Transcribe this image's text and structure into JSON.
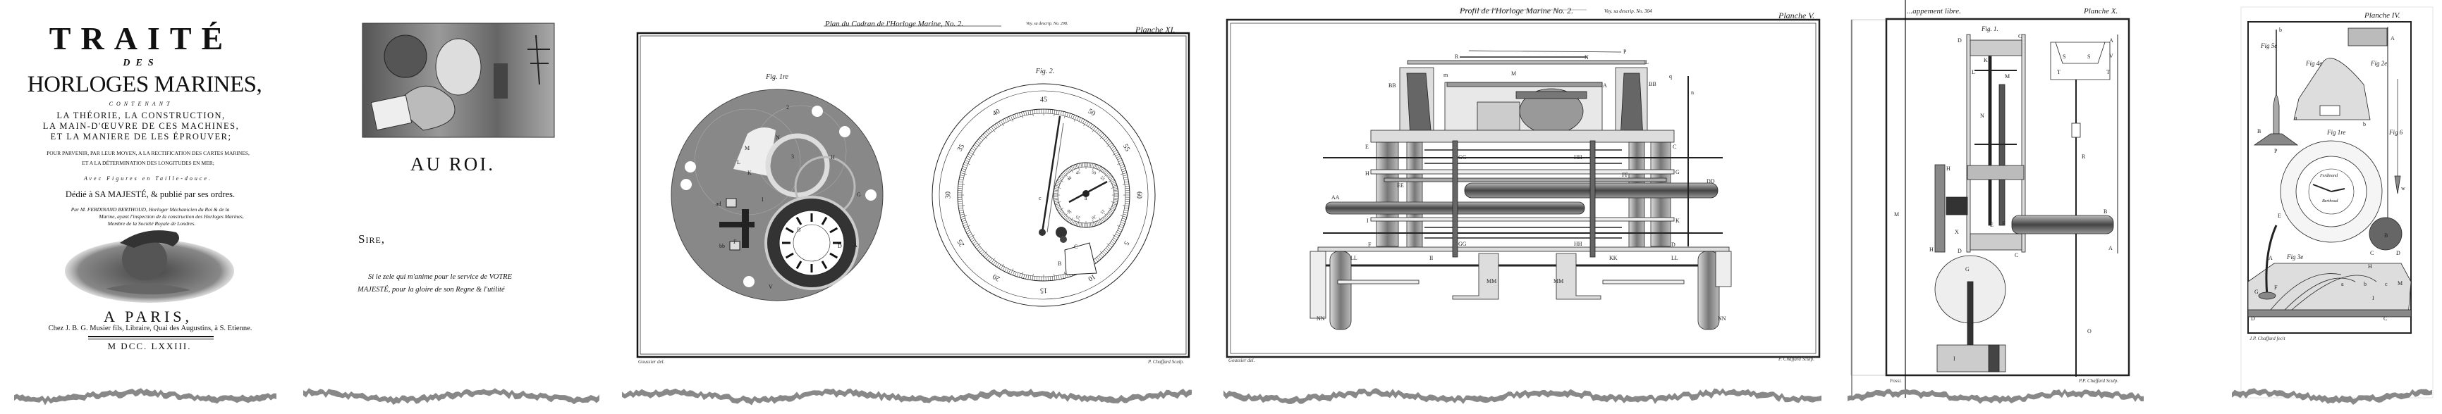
{
  "title_page": {
    "title": "TRAITÉ",
    "des": "DES",
    "subtitle": "HORLOGES MARINES,",
    "contenant": "CONTENANT",
    "lines": [
      "LA THÉORIE, LA CONSTRUCTION,",
      "LA MAIN-D'ŒUVRE DE CES MACHINES,",
      "ET LA MANIERE DE LES ÉPROUVER;"
    ],
    "purpose": [
      "POUR PARVENIR, PAR LEUR MOYEN, A LA RECTIFICATION DES CARTES MARINES,",
      "ET A LA DÉTERMINATION DES LONGITUDES EN MER;"
    ],
    "figures": "Avec Figures en Taille-douce.",
    "dedication": "Dédié à SA MAJESTÉ, & publié par ses ordres.",
    "author": [
      "Par M. FERDINAND BERTHOUD, Horloger Méchanicien du Roi & de la",
      "Marine, ayant l'inspection de la construction des Horloges Marines,",
      "Membre de la Société Royale de Londres."
    ],
    "city": "A PARIS,",
    "publisher": "Chez J. B. G. Musier fils, Libraire, Quai des Augustins, à S. Etienne.",
    "year": "M DCC. LXXIII."
  },
  "dedication_page": {
    "heading": "AU ROI.",
    "salutation": "Sire,",
    "text": [
      "Si le zele qui m'anime pour le service de VOTRE",
      "MAJESTÉ, pour la gloire de son Regne & l'utilité"
    ]
  },
  "plate_xi": {
    "header": "Plan du Cadran de l'Horloge Marine, No. 2.",
    "ref": "Voy. sa descrip. No. 298.",
    "plate": "Planche XI.",
    "fig1": "Fig. 1re",
    "fig2": "Fig. 2.",
    "dial_numbers": [
      "45",
      "50",
      "55",
      "60",
      "5",
      "10",
      "15",
      "20",
      "25",
      "30",
      "35",
      "40"
    ],
    "sub_dial_numbers": [
      "40",
      "45",
      "50",
      "55",
      "15",
      "20",
      "25",
      "30"
    ],
    "labels": [
      "N",
      "M",
      "L",
      "K",
      "H",
      "G",
      "I",
      "A",
      "B",
      "D",
      "F",
      "ad",
      "bb",
      "V",
      "2",
      "3",
      "a",
      "c",
      "B",
      "C"
    ],
    "draftsman": "Goussier del.",
    "engraver": "P. Chaffard Sculp."
  },
  "plate_v": {
    "header": "Profil de l'Horloge Marine No. 2.",
    "ref": "Voy. sa descrip. No. 304",
    "plate": "Planche V.",
    "labels": [
      "P",
      "N",
      "R",
      "L",
      "BB",
      "BB",
      "A",
      "M",
      "E",
      "C",
      "H",
      "G",
      "EE",
      "FF",
      "DD",
      "AA",
      "I",
      "K",
      "F",
      "D",
      "GG",
      "HH",
      "GG",
      "HH",
      "II",
      "KK",
      "LL",
      "LL",
      "MM",
      "MM",
      "NN",
      "NN",
      "m",
      "n",
      "q"
    ],
    "draftsman": "Goussier del.",
    "engraver": "P. Chaffard Sculp."
  },
  "plate_x": {
    "header": "...appement libre.",
    "plate": "Planche X.",
    "fig": "Fig. 1.",
    "labels": [
      "D",
      "C",
      "A",
      "V",
      "K",
      "L",
      "M",
      "T",
      "T",
      "S",
      "S",
      "R",
      "N",
      "H",
      "X",
      "E",
      "F",
      "B",
      "G",
      "I",
      "O",
      "D",
      "C",
      "A",
      "H",
      "M"
    ],
    "draftsman": "Fossi.",
    "engraver": "P.P. Chaffard Sculp."
  },
  "plate_iv": {
    "plate": "Planche IV.",
    "figs": [
      "Fig 5e",
      "Fig 4e",
      "Fig 2e",
      "Fig 1re",
      "Fig 6",
      "Fig 3e"
    ],
    "dial_words": [
      "Ferdinand",
      "Berthoud"
    ],
    "labels": [
      "b",
      "A",
      "B",
      "P",
      "a",
      "b",
      "E",
      "A",
      "G",
      "F",
      "H",
      "a",
      "b",
      "c",
      "M",
      "I",
      "D",
      "C",
      "B",
      "C",
      "D",
      "w"
    ],
    "engraver": "J.P. Chaffard fecit"
  },
  "colors": {
    "ink": "#111111",
    "paper": "#ffffff",
    "engraving_gray": "#7a7a7a",
    "torn_edge": "#888888"
  }
}
